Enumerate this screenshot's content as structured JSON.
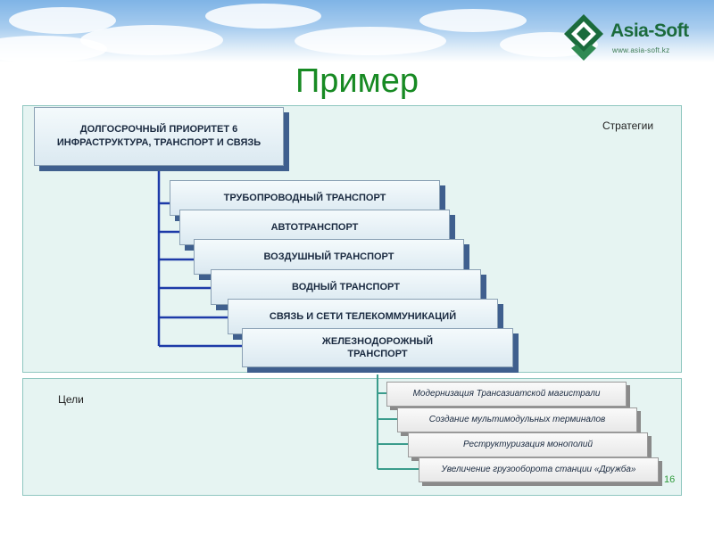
{
  "header": {
    "logo_title": "Asia-Soft",
    "logo_url": "www.asia-soft.kz"
  },
  "page_title": "Пример",
  "panels": {
    "strategies_label": "Стратегии",
    "goals_label": "Цели"
  },
  "main_priority": {
    "line1": "ДОЛГОСРОЧНЫЙ ПРИОРИТЕТ 6",
    "line2": "ИНФРАСТРУКТУРА, ТРАНСПОРТ И СВЯЗЬ"
  },
  "strategies": [
    "ТРУБОПРОВОДНЫЙ ТРАНСПОРТ",
    "АВТОТРАНСПОРТ",
    "ВОЗДУШНЫЙ ТРАНСПОРТ",
    "ВОДНЫЙ ТРАНСПОРТ",
    "СВЯЗЬ И СЕТИ ТЕЛЕКОММУНИКАЦИЙ",
    "ЖЕЛЕЗНОДОРОЖНЫЙ ТРАНСПОРТ"
  ],
  "goals": [
    "Модернизация Трансазиатской магистрали",
    "Создание мультимодульных терминалов",
    "Реструктуризация монополий",
    "Увеличение грузооборота станции «Дружба»"
  ],
  "page_number": "16",
  "colors": {
    "title": "#178a23",
    "connector": "#1d3aa8",
    "panel_fill": "#e6f4f2",
    "box_shadow": "#3f5f8e"
  }
}
